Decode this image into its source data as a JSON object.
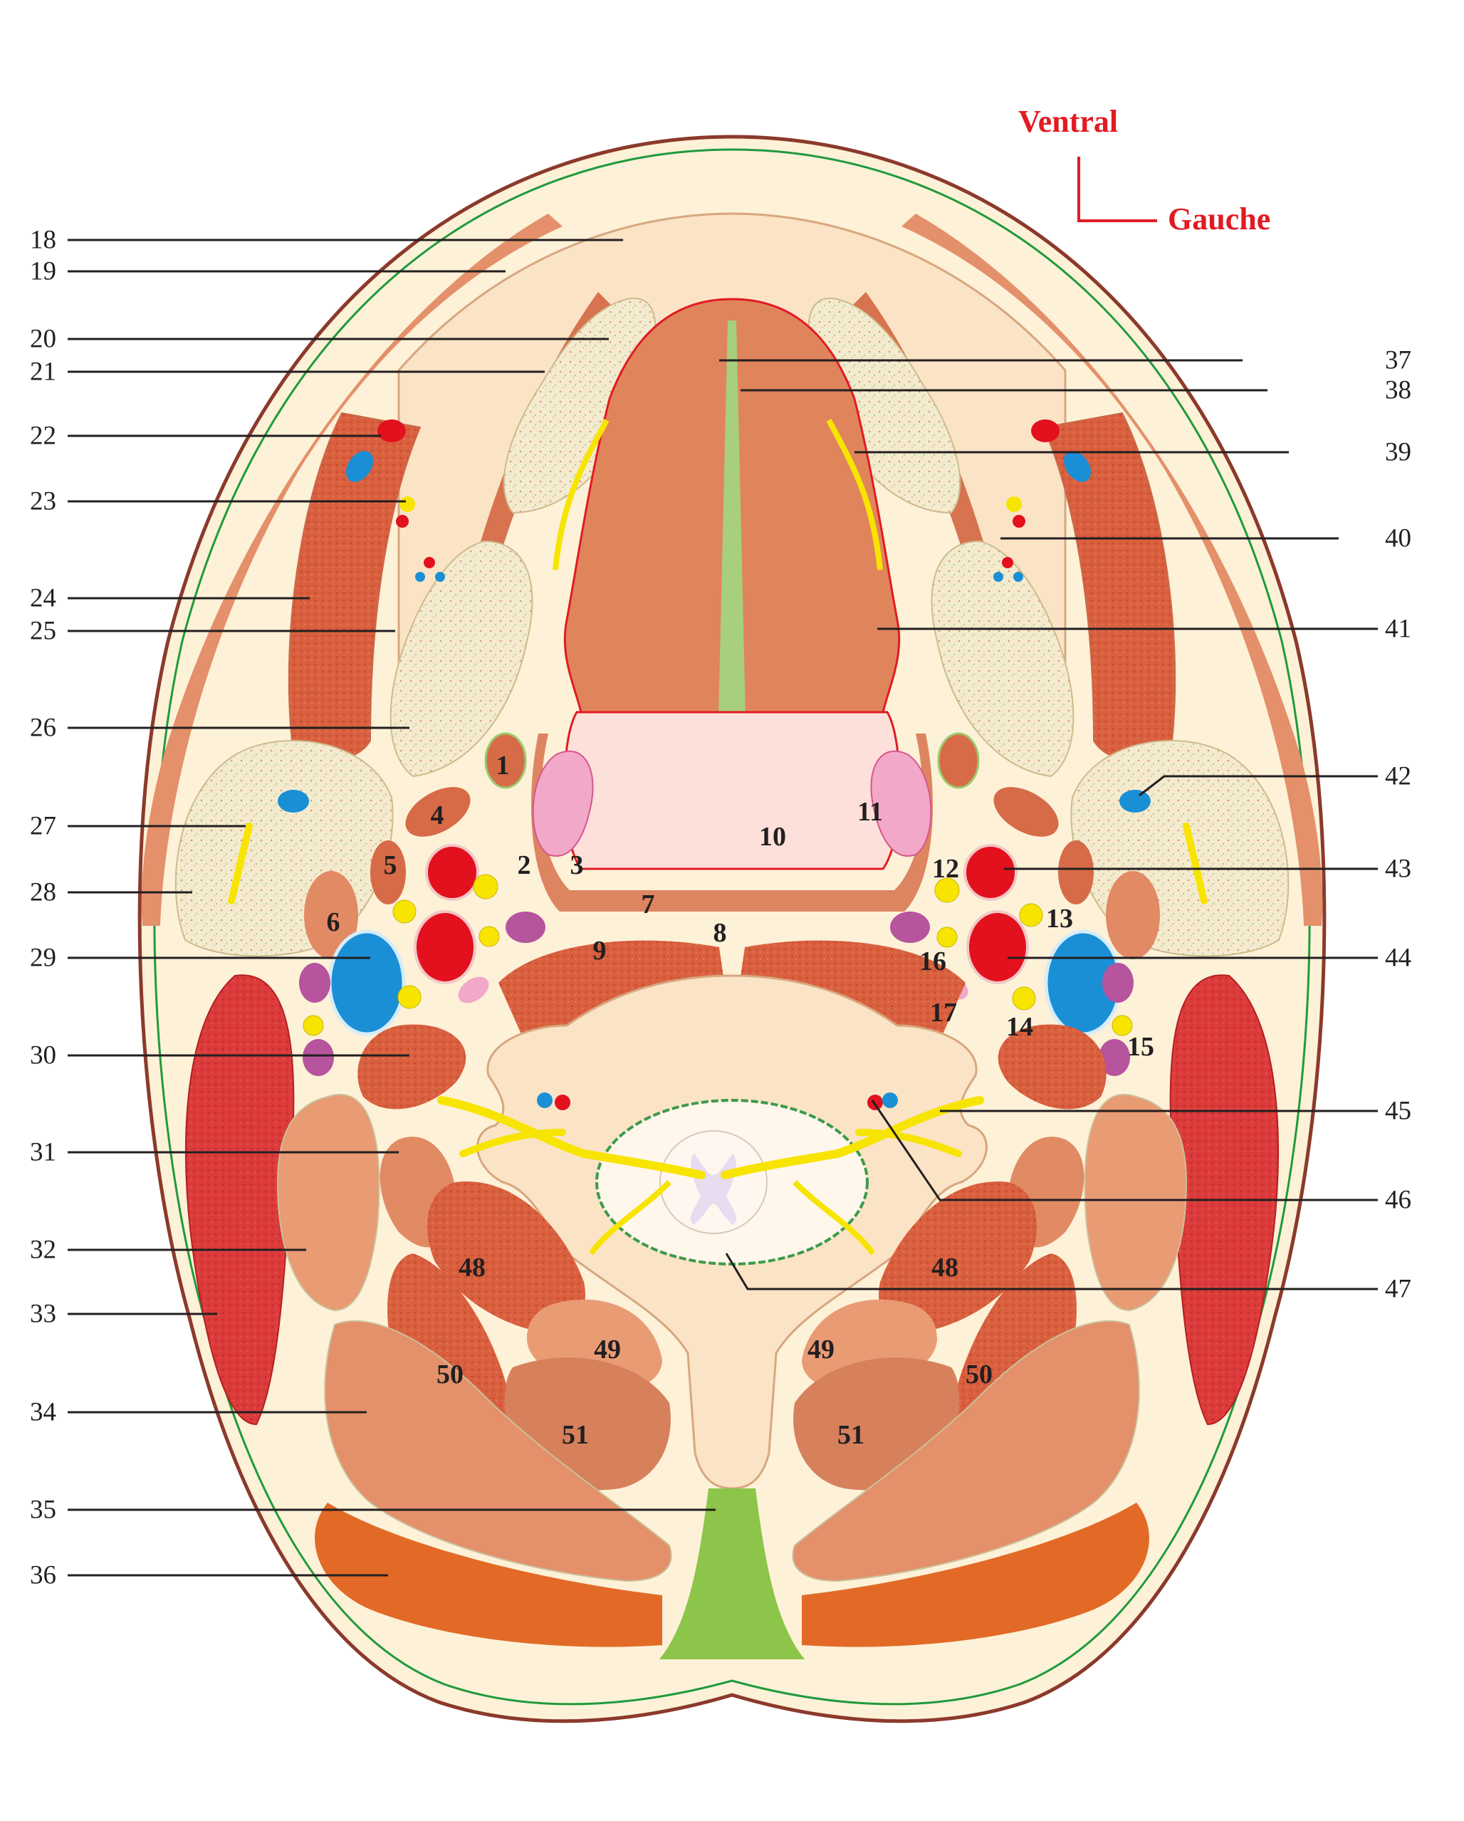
{
  "orientation": {
    "ventral": "Ventral",
    "left": "Gauche"
  },
  "left_labels": [
    "18",
    "19",
    "20",
    "21",
    "22",
    "23",
    "24",
    "25",
    "26",
    "27",
    "28",
    "29",
    "30",
    "31",
    "32",
    "33",
    "34",
    "35",
    "36"
  ],
  "right_labels": [
    "37",
    "38",
    "39",
    "40",
    "41",
    "42",
    "43",
    "44",
    "45",
    "46",
    "47"
  ],
  "inner_labels": [
    "1",
    "2",
    "3",
    "4",
    "5",
    "6",
    "7",
    "8",
    "9",
    "10",
    "11",
    "12",
    "13",
    "14",
    "15",
    "16",
    "17",
    "48",
    "48",
    "49",
    "49",
    "50",
    "50",
    "51",
    "51"
  ],
  "colors": {
    "outline": "#8b3a2b",
    "fascia": "#1f9a3c",
    "skin": "#fdf1d8",
    "muscle": "#d97a52",
    "artery": "#e3101e",
    "vein": "#1a8fd6",
    "nerve": "#f7e400",
    "gland": "#f3e7c2",
    "bone": "#fbe8cf"
  }
}
